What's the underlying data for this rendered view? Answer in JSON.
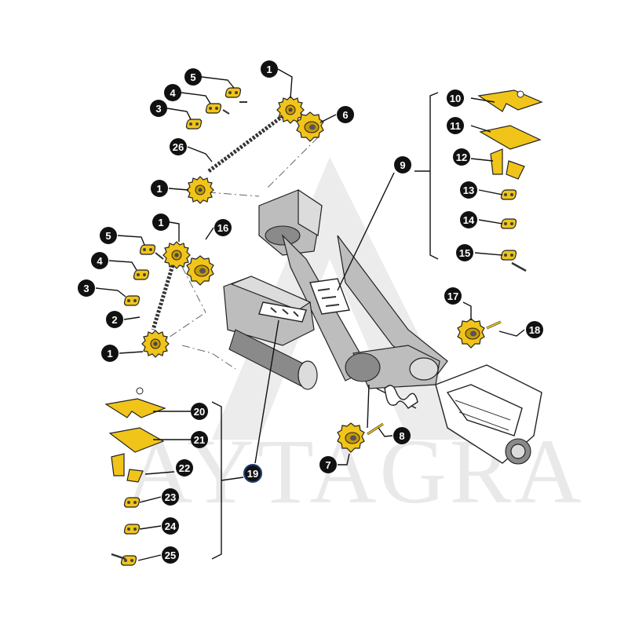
{
  "watermark": {
    "text": "AYTAGRA",
    "color": "#e9e9e9"
  },
  "colors": {
    "part": "#f0c419",
    "callout": "#111111",
    "callout_text": "#ffffff",
    "machine": "#bdbdbd"
  },
  "callouts": [
    {
      "id": "c1a",
      "label": "1"
    },
    {
      "id": "c5a",
      "label": "5"
    },
    {
      "id": "c4a",
      "label": "4"
    },
    {
      "id": "c3a",
      "label": "3"
    },
    {
      "id": "c6",
      "label": "6"
    },
    {
      "id": "c26",
      "label": "26"
    },
    {
      "id": "c1b",
      "label": "1"
    },
    {
      "id": "c1c",
      "label": "1"
    },
    {
      "id": "c16",
      "label": "16"
    },
    {
      "id": "c5b",
      "label": "5"
    },
    {
      "id": "c4b",
      "label": "4"
    },
    {
      "id": "c3b",
      "label": "3"
    },
    {
      "id": "c2",
      "label": "2"
    },
    {
      "id": "c1d",
      "label": "1"
    },
    {
      "id": "c9",
      "label": "9"
    },
    {
      "id": "c10",
      "label": "10"
    },
    {
      "id": "c11",
      "label": "11"
    },
    {
      "id": "c12",
      "label": "12"
    },
    {
      "id": "c13",
      "label": "13"
    },
    {
      "id": "c14",
      "label": "14"
    },
    {
      "id": "c15",
      "label": "15"
    },
    {
      "id": "c17",
      "label": "17"
    },
    {
      "id": "c18",
      "label": "18"
    },
    {
      "id": "c20",
      "label": "20"
    },
    {
      "id": "c21",
      "label": "21"
    },
    {
      "id": "c22",
      "label": "22"
    },
    {
      "id": "c23",
      "label": "23"
    },
    {
      "id": "c24",
      "label": "24"
    },
    {
      "id": "c25",
      "label": "25"
    },
    {
      "id": "c19",
      "label": "19"
    },
    {
      "id": "c8",
      "label": "8"
    },
    {
      "id": "c7",
      "label": "7"
    }
  ]
}
